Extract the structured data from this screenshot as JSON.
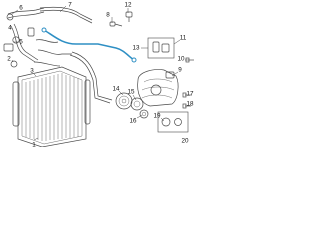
{
  "callouts": {
    "c1": "1",
    "c2": "2",
    "c3": "3",
    "c4": "4",
    "c5": "5",
    "c6": "6",
    "c7": "7",
    "c8": "8",
    "c9": "9",
    "c10": "10",
    "c11": "11",
    "c12": "12",
    "c13": "13",
    "c14": "14",
    "c15": "15",
    "c16": "16",
    "c17": "17",
    "c18": "18",
    "c19": "19",
    "c20": "20"
  },
  "colors": {
    "highlight": "#2e8fc4",
    "line_art": "#4a4a4a",
    "background": "#ffffff"
  }
}
